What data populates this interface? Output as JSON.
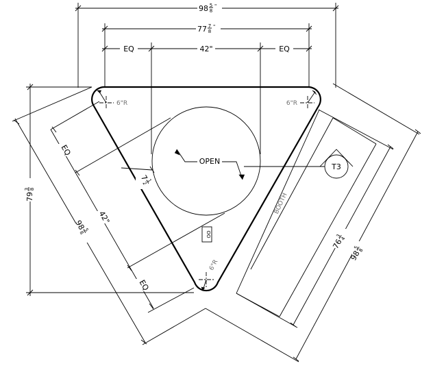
{
  "dimensions": {
    "overall_width_top": "98",
    "overall_width_top_frac_num": "5",
    "overall_width_top_frac_den": "8",
    "mid_width_top": "77",
    "mid_width_top_frac_num": "7",
    "mid_width_top_frac_den": "8",
    "eq_left_top": "EQ",
    "opening_top": "42\"",
    "eq_right_top": "EQ",
    "height_left": "79",
    "height_left_frac_num": "3",
    "height_left_frac_den": "8",
    "left_diag_eq_upper": "EQ",
    "left_diag_opening": "42\"",
    "left_diag_eq_lower": "EQ",
    "left_diag_overall": "98",
    "left_diag_overall_frac_num": "5",
    "left_diag_overall_frac_den": "8",
    "right_diag_inner": "76",
    "right_diag_inner_frac_num": "3",
    "right_diag_inner_frac_den": "4",
    "right_diag_overall": "98",
    "right_diag_overall_frac_num": "5",
    "right_diag_overall_frac_den": "8",
    "circle_offset": "7",
    "circle_offset_frac_num": "1",
    "circle_offset_frac_den": "2"
  },
  "labels": {
    "radius_top_left": "6\"R",
    "radius_top_right": "6\"R",
    "radius_bottom": "6\"R",
    "open": "OPEN",
    "booth": "BOOTH",
    "tag": "T3",
    "outlet": "OO"
  }
}
